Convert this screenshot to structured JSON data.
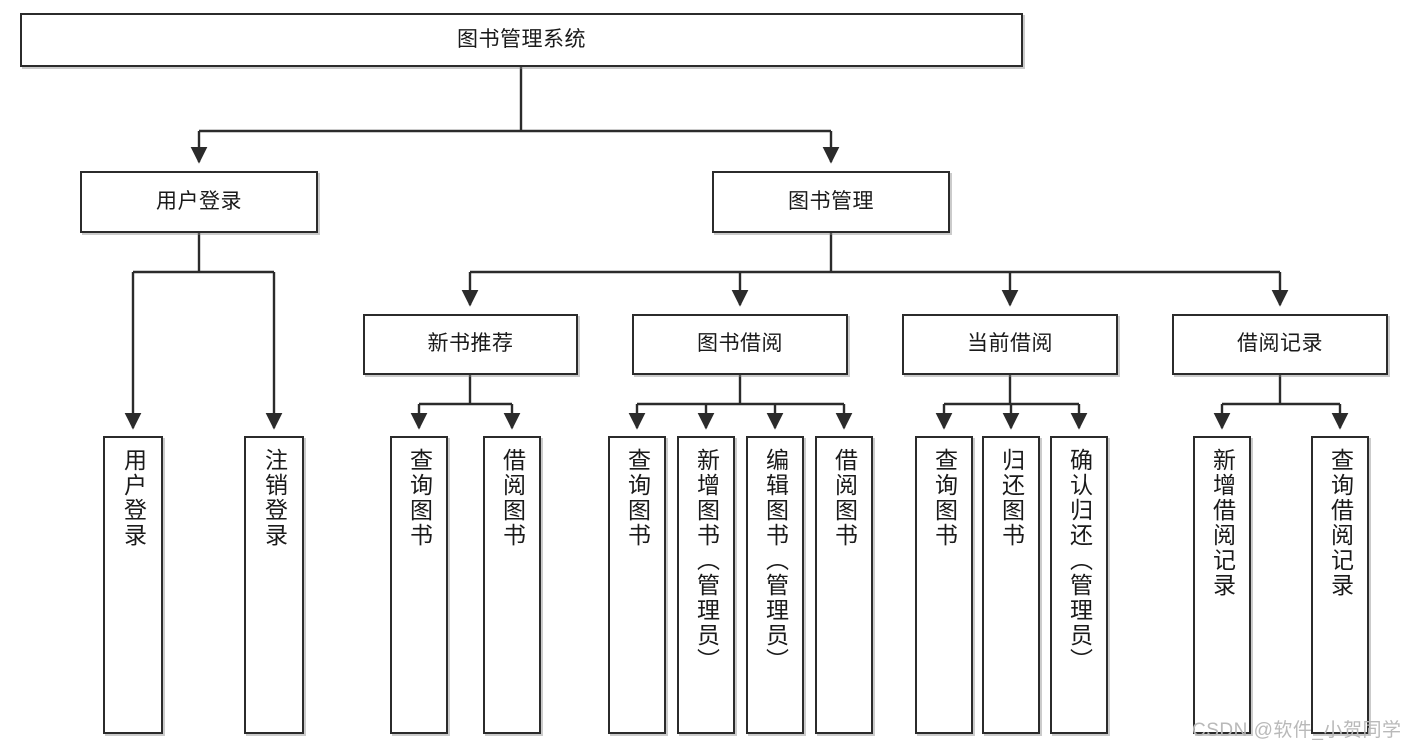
{
  "diagram": {
    "title": "图书管理系统",
    "type": "tree-structure-chart",
    "watermark": "CSDN @软件_小贺同学",
    "colors": {
      "box_border": "#2b2b2b",
      "box_fill": "#ffffff",
      "connector": "#2b2b2b",
      "text": "#1a1a1a",
      "watermark": "#b9b9b9",
      "background": "#ffffff"
    },
    "nodes": {
      "root": {
        "label": "图书管理系统"
      },
      "level1": [
        {
          "id": "user-login",
          "label": "用户登录"
        },
        {
          "id": "book-manage",
          "label": "图书管理"
        }
      ],
      "level2": [
        {
          "id": "new-book-recommend",
          "label": "新书推荐"
        },
        {
          "id": "book-borrow",
          "label": "图书借阅"
        },
        {
          "id": "current-borrow",
          "label": "当前借阅"
        },
        {
          "id": "borrow-record",
          "label": "借阅记录"
        }
      ],
      "leaves": {
        "user_login": [
          {
            "id": "leaf-user-login",
            "label": "用户登录"
          },
          {
            "id": "leaf-logout-login",
            "label": "注销登录"
          }
        ],
        "new_book_recommend": [
          {
            "id": "leaf-query-book-1",
            "label": "查询图书"
          },
          {
            "id": "leaf-borrow-book-1",
            "label": "借阅图书"
          }
        ],
        "book_borrow": [
          {
            "id": "leaf-query-book-2",
            "label": "查询图书"
          },
          {
            "id": "leaf-add-book",
            "label": "新增图书（管理员）"
          },
          {
            "id": "leaf-edit-book",
            "label": "编辑图书（管理员）"
          },
          {
            "id": "leaf-borrow-book-2",
            "label": "借阅图书"
          }
        ],
        "current_borrow": [
          {
            "id": "leaf-query-book-3",
            "label": "查询图书"
          },
          {
            "id": "leaf-return-book",
            "label": "归还图书"
          },
          {
            "id": "leaf-confirm-return",
            "label": "确认归还（管理员）"
          }
        ],
        "borrow_record": [
          {
            "id": "leaf-add-borrow-record",
            "label": "新增借阅记录"
          },
          {
            "id": "leaf-query-borrow-record",
            "label": "查询借阅记录"
          }
        ]
      }
    }
  }
}
